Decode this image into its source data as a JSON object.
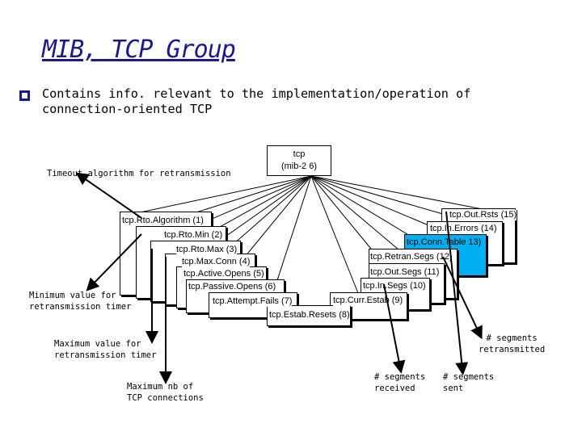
{
  "slide": {
    "title": "MIB, TCP Group",
    "bullet": "Contains info. relevant to the implementation/operation of connection-oriented TCP"
  },
  "root": {
    "name": "tcp",
    "oid": "(mib-2 6)"
  },
  "objects": [
    {
      "id": "rto-algorithm",
      "label": "tcp.Rto.Algorithm (1)"
    },
    {
      "id": "rto-min",
      "label": "tcp.Rto.Min (2)"
    },
    {
      "id": "rto-max",
      "label": "tcp.Rto.Max (3)"
    },
    {
      "id": "max-conn",
      "label": "tcp.Max.Conn (4)"
    },
    {
      "id": "active-opens",
      "label": "tcp.Active.Opens (5)"
    },
    {
      "id": "passive-opens",
      "label": "tcp.Passive.Opens (6)"
    },
    {
      "id": "attempt-fails",
      "label": "tcp.Attempt.Fails (7)"
    },
    {
      "id": "estab-resets",
      "label": "tcp.Estab.Resets (8)"
    },
    {
      "id": "curr-estab",
      "label": "tcp.Curr.Estab (9)"
    },
    {
      "id": "in-segs",
      "label": "tcp.In.Segs (10)"
    },
    {
      "id": "out-segs",
      "label": "tcp.Out.Segs (11)"
    },
    {
      "id": "retran-segs",
      "label": "tcp.Retran.Segs (12)"
    },
    {
      "id": "conn-table",
      "label": "tcp.Conn.Table 13)"
    },
    {
      "id": "in-errors",
      "label": "tcp.In.Errors (14)"
    },
    {
      "id": "out-rsts",
      "label": "tcp.Out.Rsts (15)"
    }
  ],
  "annotations": {
    "timeout": "Timeout algorithm for retransmission",
    "min_value": "Minimum value for\nretransmission timer",
    "max_value": "Maximum value for\nretransmission timer",
    "max_conn": "Maximum nb of\nTCP connections",
    "segs_received": "# segments\nreceived",
    "segs_sent": "# segments\nsent",
    "segs_retransmitted": "# segments\nretransmitted"
  },
  "colors": {
    "title": "#1a1a8c",
    "highlight": "#00b0f0",
    "line": "#000000"
  }
}
